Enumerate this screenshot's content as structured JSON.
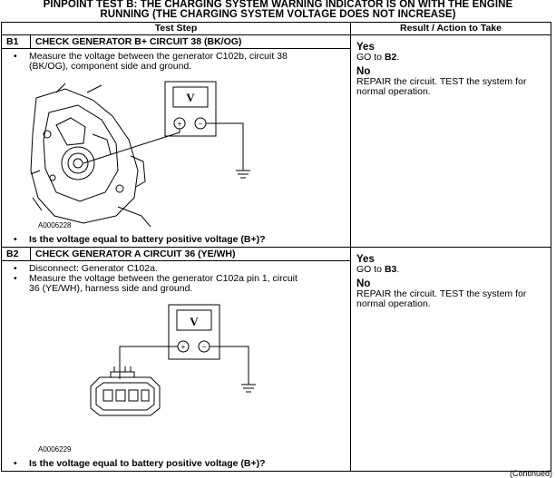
{
  "title": {
    "line1": "PINPOINT TEST  B: THE CHARGING SYSTEM WARNING INDICATOR IS ON WITH THE ENGINE",
    "line2": "RUNNING (THE CHARGING SYSTEM VOLTAGE DOES NOT INCREASE)"
  },
  "table": {
    "header_step": "Test Step",
    "header_result": "Result / Action to Take"
  },
  "steps": [
    {
      "id": "B1",
      "heading": "CHECK GENERATOR B+ CIRCUIT 38 (BK/OG)",
      "bullets": [
        "Measure the voltage between the generator C102b, circuit 38 (BK/OG), component side and ground."
      ],
      "figure_id": "A0006228",
      "meter_label": "V",
      "question": "Is the voltage equal to battery positive voltage (B+)?",
      "yes_label": "Yes",
      "yes_action_prefix": "GO to ",
      "yes_action_target": "B2",
      "yes_action_suffix": ".",
      "no_label": "No",
      "no_action": "REPAIR the circuit. TEST the system for normal operation."
    },
    {
      "id": "B2",
      "heading": "CHECK GENERATOR A CIRCUIT 36 (YE/WH)",
      "bullets": [
        "Disconnect: Generator C102a.",
        "Measure the voltage between the generator C102a pin 1, circuit 36 (YE/WH), harness side and ground."
      ],
      "figure_id": "A0006229",
      "meter_label": "V",
      "question": "Is the voltage equal to battery positive voltage (B+)?",
      "yes_label": "Yes",
      "yes_action_prefix": "GO to ",
      "yes_action_target": "B3",
      "yes_action_suffix": ".",
      "no_label": "No",
      "no_action": "REPAIR the circuit. TEST the system for normal operation."
    }
  ],
  "footer": {
    "continued": "(Continued)"
  },
  "meter": {
    "plus": "+",
    "minus": "−"
  }
}
